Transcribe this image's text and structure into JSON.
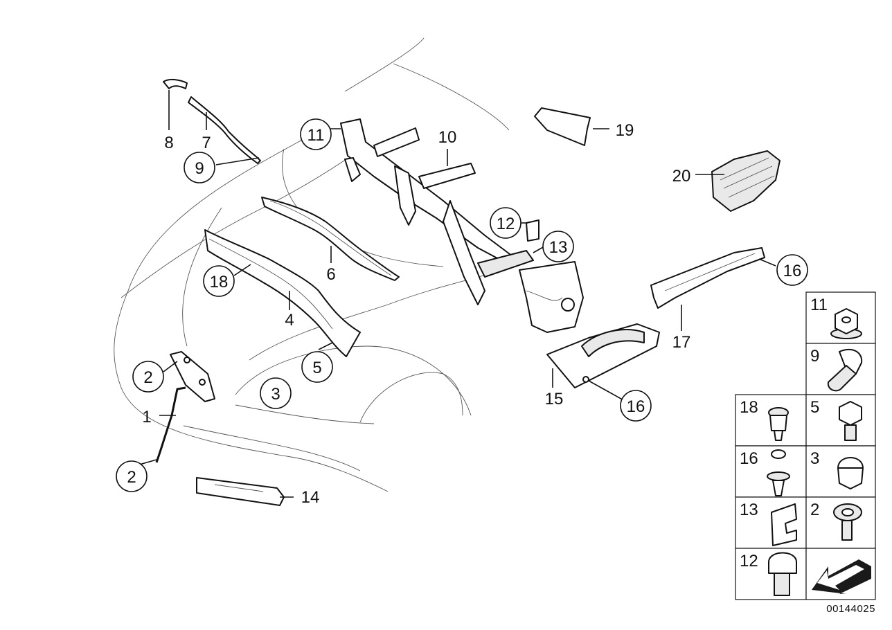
{
  "callouts": {
    "c1": "1",
    "c2a": "2",
    "c2b": "2",
    "c3": "3",
    "c4": "4",
    "c5": "5",
    "c6": "6",
    "c7": "7",
    "c8": "8",
    "c9": "9",
    "c10": "10",
    "c11": "11",
    "c12": "12",
    "c13": "13",
    "c14": "14",
    "c15": "15",
    "c16a": "16",
    "c16b": "16",
    "c17": "17",
    "c18": "18",
    "c19": "19",
    "c20": "20"
  },
  "fastener_table": [
    {
      "id": "r1l",
      "label": "11"
    },
    {
      "id": "r2l",
      "label": "9"
    },
    {
      "id": "r3a",
      "label": "18"
    },
    {
      "id": "r3b",
      "label": "5"
    },
    {
      "id": "r4a",
      "label": "16"
    },
    {
      "id": "r4b",
      "label": "3"
    },
    {
      "id": "r5a",
      "label": "13"
    },
    {
      "id": "r5b",
      "label": "2"
    },
    {
      "id": "r6a",
      "label": "12"
    }
  ],
  "diagram_code": "00144025"
}
